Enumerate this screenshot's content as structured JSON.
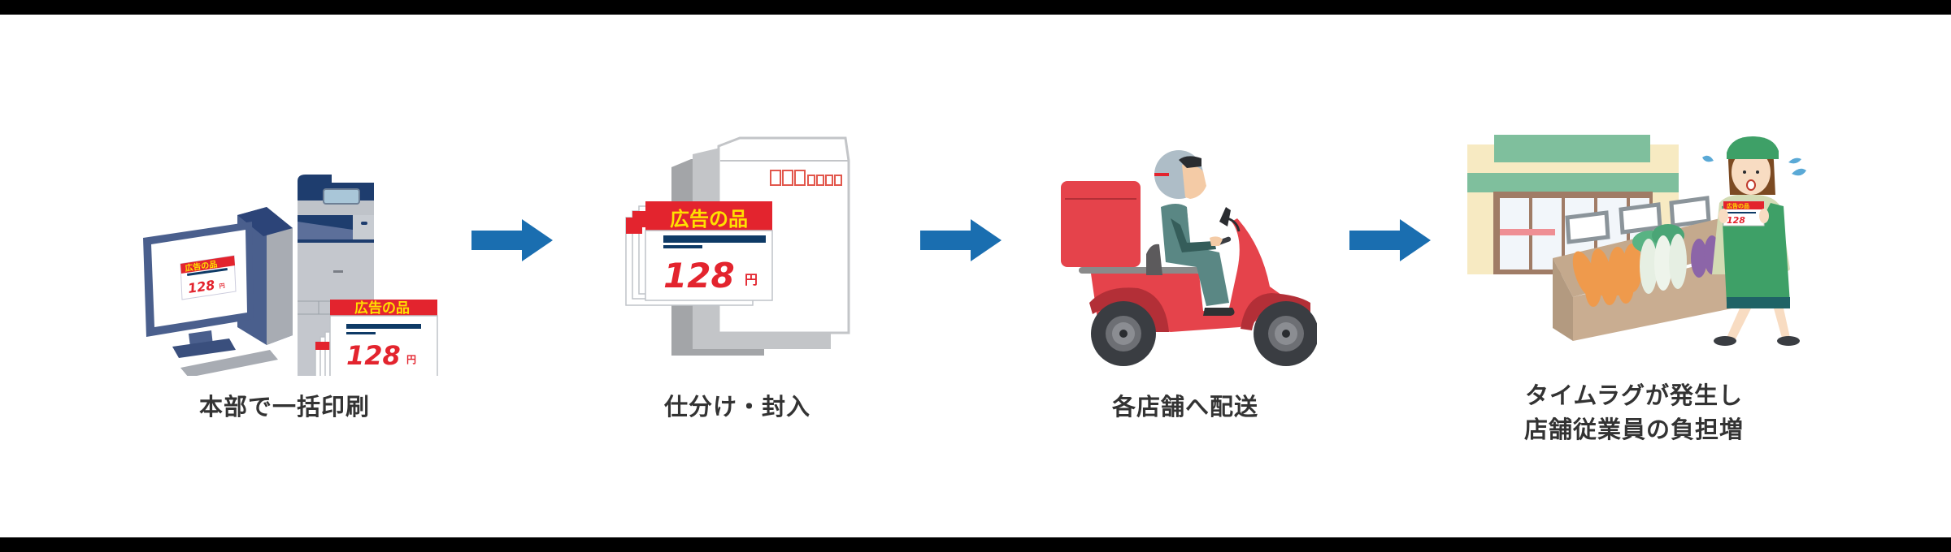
{
  "flow": {
    "steps": [
      {
        "caption_lines": [
          "本部で一括印刷"
        ],
        "illustration": "computer-and-printer"
      },
      {
        "caption_lines": [
          "仕分け・封入"
        ],
        "illustration": "envelope-with-pop-cards"
      },
      {
        "caption_lines": [
          "各店舗へ配送"
        ],
        "illustration": "delivery-scooter"
      },
      {
        "caption_lines": [
          "タイムラグが発生し",
          "店舗従業員の負担増"
        ],
        "illustration": "store-clerk-with-pop"
      }
    ],
    "arrow_count": 3
  },
  "pop_card": {
    "header": "広告の品",
    "price": "128",
    "unit": "円"
  },
  "envelope": {
    "postal_code_boxes": 7
  },
  "colors": {
    "arrow": "#1a6eb0",
    "pop_red": "#e3242e",
    "pop_yellow": "#ffe100",
    "pop_navy": "#0e3a66",
    "caption_text": "#333333",
    "scooter_red": "#e5434b",
    "store_green": "#7fbf9d",
    "apron_green": "#3ea067",
    "frame_bars": "#000000"
  }
}
